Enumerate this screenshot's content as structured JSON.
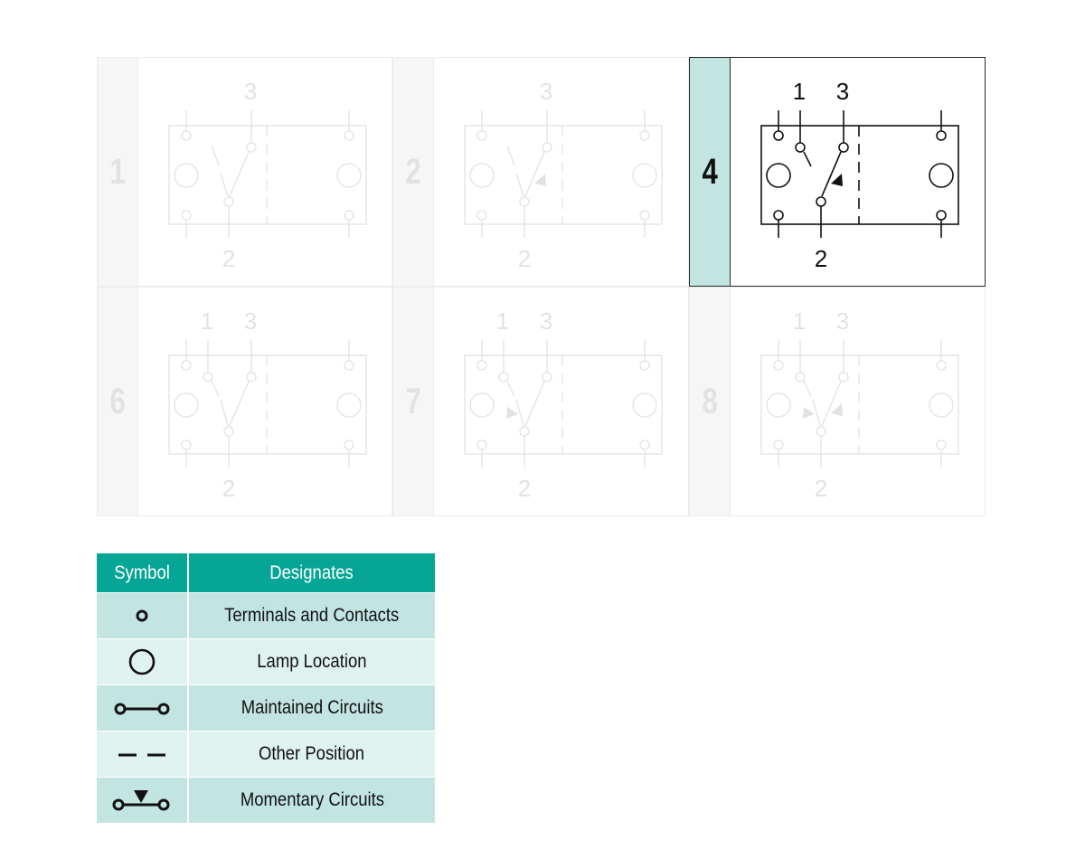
{
  "colors": {
    "accent": "#07a595",
    "row_dark": "#c2e5e1",
    "row_light": "#e0f2ef",
    "dim": "#e2e2e2",
    "ink": "#111111"
  },
  "cells": [
    {
      "id": "1",
      "terminals_top": [
        "3"
      ],
      "terminal_bottom": "2",
      "arrows": [],
      "selected": false
    },
    {
      "id": "2",
      "terminals_top": [
        "3"
      ],
      "terminal_bottom": "2",
      "arrows": [
        "right"
      ],
      "selected": false
    },
    {
      "id": "4",
      "terminals_top": [
        "1",
        "3"
      ],
      "terminal_bottom": "2",
      "arrows": [
        "right"
      ],
      "selected": true
    },
    {
      "id": "6",
      "terminals_top": [
        "1",
        "3"
      ],
      "terminal_bottom": "2",
      "arrows": [],
      "selected": false
    },
    {
      "id": "7",
      "terminals_top": [
        "1",
        "3"
      ],
      "terminal_bottom": "2",
      "arrows": [
        "left"
      ],
      "selected": false
    },
    {
      "id": "8",
      "terminals_top": [
        "1",
        "3"
      ],
      "terminal_bottom": "2",
      "arrows": [
        "left",
        "right"
      ],
      "selected": false
    }
  ],
  "legend": {
    "header_symbol": "Symbol",
    "header_designates": "Designates",
    "rows": [
      {
        "icon": "terminal-contact-icon",
        "label": "Terminals and Contacts"
      },
      {
        "icon": "lamp-circle-icon",
        "label": "Lamp Location"
      },
      {
        "icon": "maintained-circuit-icon",
        "label": "Maintained Circuits"
      },
      {
        "icon": "dashed-line-icon",
        "label": "Other Position"
      },
      {
        "icon": "momentary-circuit-icon",
        "label": "Momentary Circuits"
      }
    ]
  }
}
